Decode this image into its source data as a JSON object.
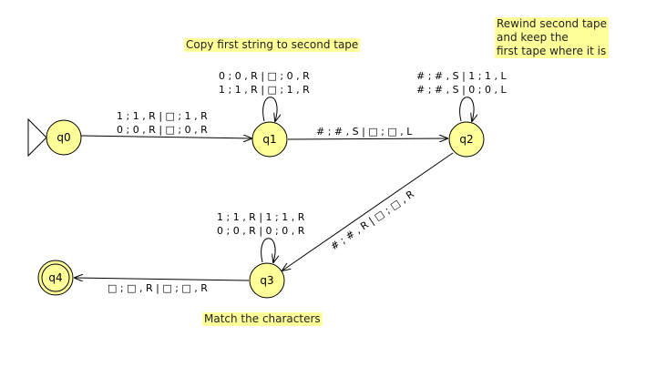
{
  "colors": {
    "state_fill": "#ffff99",
    "note_fill": "#ffff99",
    "stroke": "#000000"
  },
  "states": {
    "q0": {
      "label": "q0",
      "initial": true,
      "accepting": false
    },
    "q1": {
      "label": "q1",
      "initial": false,
      "accepting": false
    },
    "q2": {
      "label": "q2",
      "initial": false,
      "accepting": false
    },
    "q3": {
      "label": "q3",
      "initial": false,
      "accepting": false
    },
    "q4": {
      "label": "q4",
      "initial": false,
      "accepting": true
    }
  },
  "transitions": {
    "q0_q1": [
      "1 ; 1 , R | □ ; 1 , R",
      "0 ; 0 , R | □ ; 0 , R"
    ],
    "q1_self": [
      "0 ; 0 , R | □ ; 0 , R",
      "1 ; 1 , R | □ ; 1 , R"
    ],
    "q1_q2": [
      "# ; # , S | □ ; □ , L"
    ],
    "q2_self": [
      "# ; # , S | 1 ; 1 , L",
      "# ; # , S | 0 ; 0 , L"
    ],
    "q2_q3": [
      "# ; # , R | □ ; □ , R"
    ],
    "q3_self": [
      "1 ; 1 , R | 1 ; 1 , R",
      "0 ; 0 , R | 0 ; 0 , R"
    ],
    "q3_q4": [
      "□ ; □ , R | □ ; □ , R"
    ]
  },
  "notes": {
    "copy": [
      "Copy first string to second tape"
    ],
    "rewind": [
      "Rewind second tape",
      "and keep the",
      "first tape where it is"
    ],
    "match": [
      "Match the characters"
    ]
  }
}
